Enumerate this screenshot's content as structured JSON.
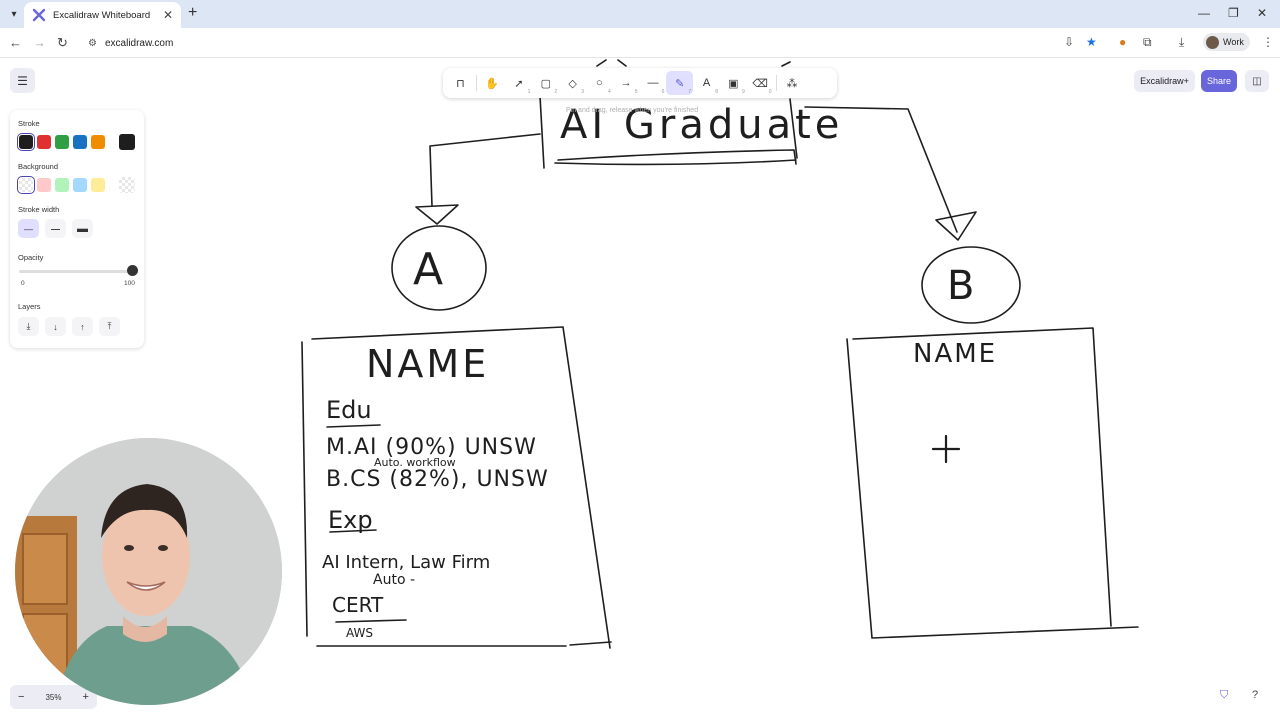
{
  "browser": {
    "tab_title": "Excalidraw Whiteboard",
    "url": "excalidraw.com",
    "profile_label": "Work"
  },
  "toolbar": {
    "tools": [
      {
        "name": "lock-tool",
        "icon": "lock",
        "key": ""
      },
      {
        "name": "hand-tool",
        "icon": "hand",
        "key": ""
      },
      {
        "name": "selection-tool",
        "icon": "pointer",
        "key": "1"
      },
      {
        "name": "rectangle-tool",
        "icon": "square",
        "key": "2"
      },
      {
        "name": "diamond-tool",
        "icon": "diamond",
        "key": "3"
      },
      {
        "name": "ellipse-tool",
        "icon": "circle",
        "key": "4"
      },
      {
        "name": "arrow-tool",
        "icon": "arrow",
        "key": "5"
      },
      {
        "name": "line-tool",
        "icon": "line",
        "key": "6"
      },
      {
        "name": "freedraw-tool",
        "icon": "pencil",
        "key": "7"
      },
      {
        "name": "text-tool",
        "icon": "text",
        "key": "8"
      },
      {
        "name": "image-tool",
        "icon": "image",
        "key": "9"
      },
      {
        "name": "eraser-tool",
        "icon": "eraser",
        "key": "0"
      },
      {
        "name": "extra-tools",
        "icon": "shapes",
        "key": ""
      }
    ],
    "active_tool": "freedraw-tool",
    "hint": "Pin and drag, release when you're finished"
  },
  "header": {
    "excalidraw_plus_label": "Excalidraw+",
    "share_label": "Share"
  },
  "properties": {
    "stroke_label": "Stroke",
    "stroke_colors": [
      "#1e1e1e",
      "#e03131",
      "#2f9e44",
      "#1971c2",
      "#f08c00"
    ],
    "stroke_current": "#1e1e1e",
    "background_label": "Background",
    "background_colors": [
      "transparent",
      "#ffc9c9",
      "#b2f2bb",
      "#a5d8ff",
      "#ffec99"
    ],
    "stroke_width_label": "Stroke width",
    "opacity_label": "Opacity",
    "opacity_value": 100,
    "opacity_min": "0",
    "opacity_max": "100",
    "layers_label": "Layers"
  },
  "footer": {
    "zoom_level": "35%"
  },
  "canvas_drawing": {
    "title_text": "AI Graduate",
    "node_a_label": "A",
    "node_b_label": "B",
    "card_a_title": "NAME",
    "card_b_title": "NAME",
    "edu_heading": "Edu",
    "edu_line_1": "M.AI (90%) UNSW",
    "edu_note": "Auto. workflow",
    "edu_line_2": "B.CS (82%), UNSW",
    "exp_heading": "Exp",
    "exp_line_1": "AI Intern, Law Firm",
    "exp_note": "Auto -",
    "cert_heading": "CERT",
    "cert_note": "AWS"
  }
}
